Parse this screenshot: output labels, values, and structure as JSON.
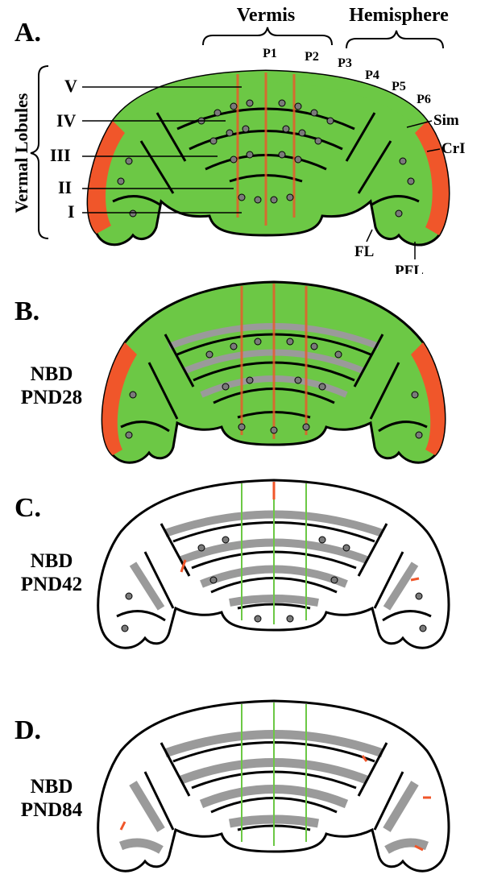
{
  "panels": [
    {
      "letter": "A.",
      "header": {
        "vermis": "Vermis",
        "hemisphere": "Hemisphere"
      },
      "side_title": "Vermal Lobules",
      "lobules": [
        "V",
        "IV",
        "III",
        "II",
        "I"
      ],
      "purkinje_zones": [
        "P1",
        "P2",
        "P3",
        "P4",
        "P5",
        "P6"
      ],
      "hemisphere_labels": [
        "Sim",
        "CrI",
        "FL",
        "PFL"
      ],
      "theme": "full"
    },
    {
      "letter": "B.",
      "group": "NBD",
      "age": "PND28",
      "theme": "pnd28"
    },
    {
      "letter": "C.",
      "group": "NBD",
      "age": "PND42",
      "theme": "pnd42"
    },
    {
      "letter": "D.",
      "group": "NBD",
      "age": "PND84",
      "theme": "pnd84"
    }
  ],
  "colors": {
    "tissue_green": "#6cc845",
    "tissue_orange": "#f0562a",
    "granular_gray": "#9a9a9a",
    "outline": "#000000",
    "cell_fill": "#7a7a7a"
  }
}
